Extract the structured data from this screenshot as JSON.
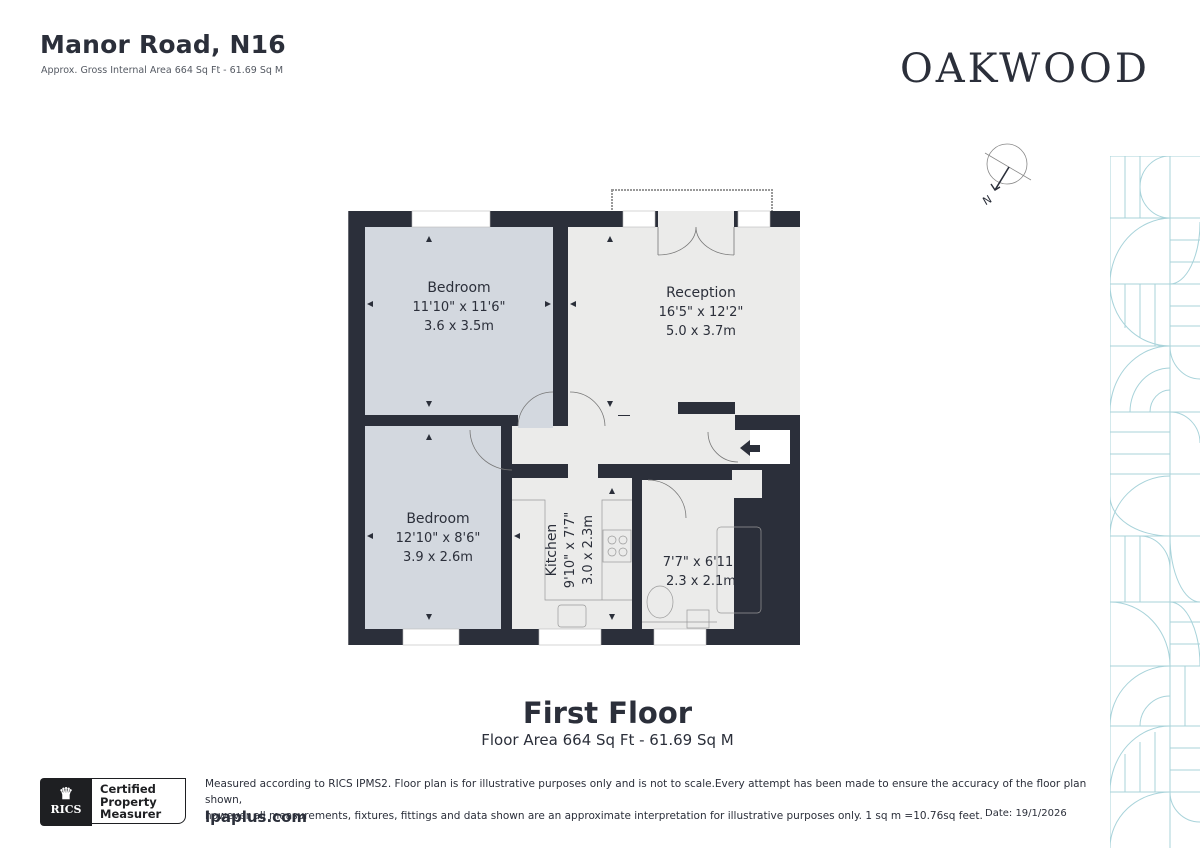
{
  "header": {
    "title": "Manor Road, N16",
    "subtitle": "Approx. Gross Internal Area 664 Sq Ft - 61.69 Sq M",
    "brand": "OAKWOOD"
  },
  "compass": {
    "label": "N"
  },
  "plan": {
    "rooms": [
      {
        "name": "Bedroom",
        "imperial": "11'10\" x 11'6\"",
        "metric": "3.6 x 3.5m"
      },
      {
        "name": "Reception",
        "imperial": "16'5\" x 12'2\"",
        "metric": "5.0 x 3.7m"
      },
      {
        "name": "Bedroom",
        "imperial": "12'10\" x 8'6\"",
        "metric": "3.9 x 2.6m"
      },
      {
        "name": "Kitchen",
        "imperial": "9'10\" x 7'7\"",
        "metric": "3.0 x 2.3m"
      },
      {
        "name": "",
        "imperial": "7'7\" x 6'11\"",
        "metric": "2.3 x 2.1m"
      }
    ],
    "colors": {
      "wall": "#2b2f3a",
      "bedroom_fill": "#d3d8df",
      "room_fill": "#ebebea",
      "accent_pattern": "#a8d3da"
    }
  },
  "floor": {
    "title": "First Floor",
    "area": "Floor Area 664 Sq Ft - 61.69 Sq M"
  },
  "footer": {
    "rics": {
      "logo": "RICS",
      "line1": "Certified",
      "line2": "Property",
      "line3": "Measurer"
    },
    "disclaimer_line1": "Measured according to RICS IPMS2. Floor plan is for illustrative purposes only and is not to scale.Every attempt has been made to ensure the accuracy of the floor plan shown,",
    "disclaimer_line2": "however all measurements, fixtures, fittings and data shown are an approximate interpretation for illustrative purposes only. 1 sq m =10.76sq feet.",
    "site": "lpaplus.com",
    "date": "Date: 19/1/2026"
  }
}
